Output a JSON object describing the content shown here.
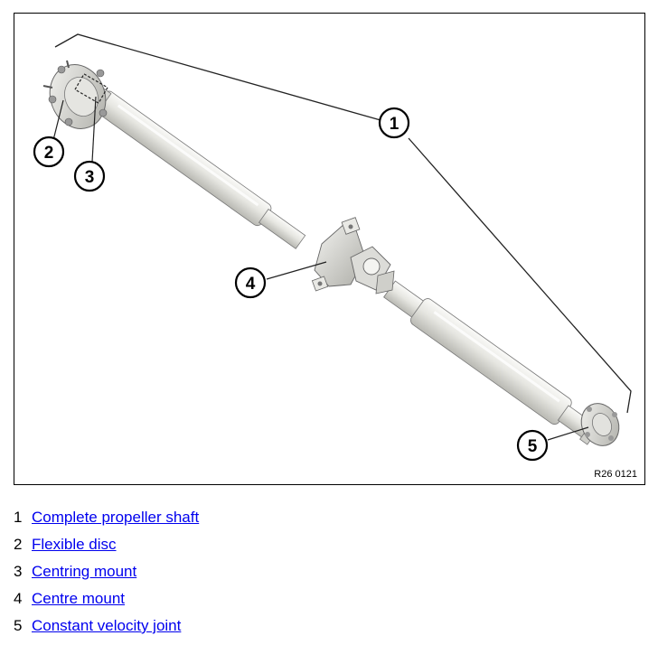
{
  "figure": {
    "code": "R26 0121",
    "callouts": [
      "1",
      "2",
      "3",
      "4",
      "5"
    ]
  },
  "legend": [
    {
      "number": "1",
      "label": "Complete propeller shaft"
    },
    {
      "number": "2",
      "label": "Flexible disc"
    },
    {
      "number": "3",
      "label": "Centring mount"
    },
    {
      "number": "4",
      "label": "Centre mount"
    },
    {
      "number": "5",
      "label": "Constant velocity joint"
    }
  ],
  "colors": {
    "link": "#0000ee",
    "shaft_light": "#f1f1ee",
    "shaft_shade": "#c6c6c0",
    "outline": "#555555"
  }
}
